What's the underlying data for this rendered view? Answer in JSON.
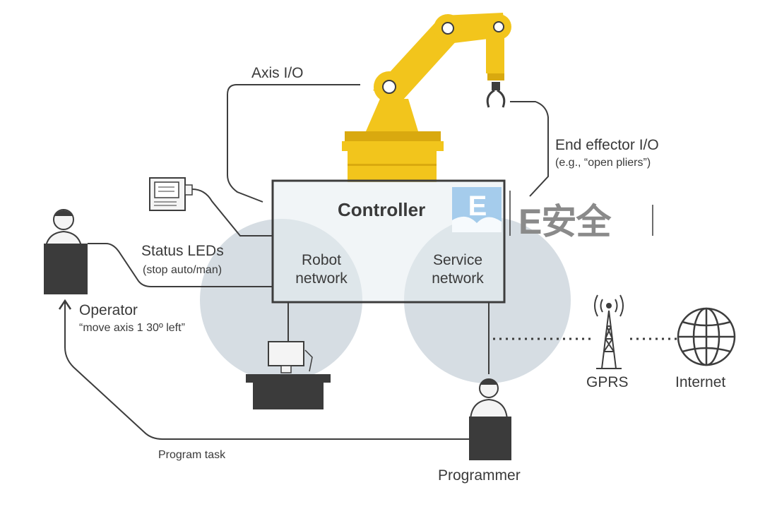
{
  "labels": {
    "axis_io": "Axis I/O",
    "end_effector_io": "End effector I/O",
    "end_effector_example": "(e.g., “open pliers”)",
    "controller": "Controller",
    "robot_network": "Robot\nnetwork",
    "service_network": "Service\nnetwork",
    "status_leds": "Status LEDs",
    "status_leds_sub": "(stop auto/man)",
    "operator": "Operator",
    "operator_cmd": "“move axis 1 30º left”",
    "gprs": "GPRS",
    "internet": "Internet",
    "programmer": "Programmer",
    "program_task": "Program task"
  },
  "watermark": {
    "icon_letter": "E",
    "text": "E安全"
  },
  "colors": {
    "robot_yellow": "#f2c51c",
    "robot_yellow_dark": "#d9a90f",
    "line": "#3d3d3d",
    "network_circle": "#cfd7de",
    "controller_fill": "#e6ecf1",
    "dark_block": "#3b3b3b",
    "watermark_blue": "#9cc8ea"
  }
}
